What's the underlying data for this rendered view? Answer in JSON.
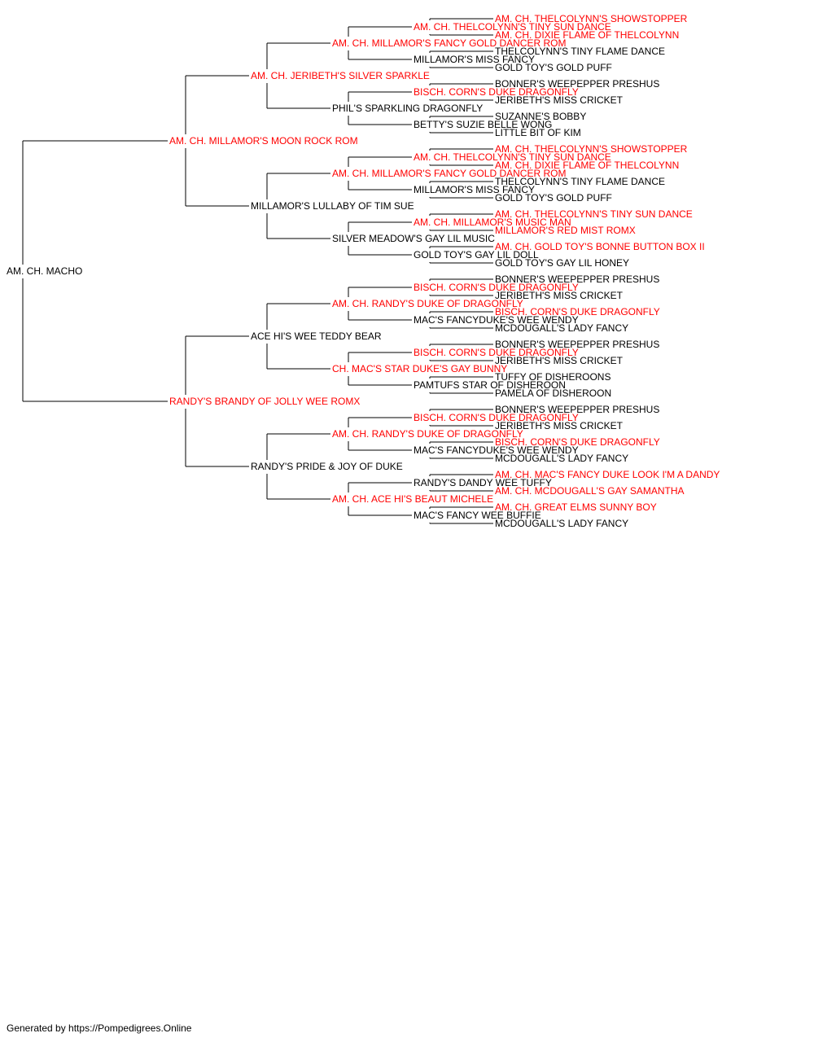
{
  "colors": {
    "champion": "#ff0000",
    "regular": "#000000",
    "line": "#000000"
  },
  "pedigree": {
    "name": "AM. CH. MACHO",
    "champion": false,
    "sire": {
      "name": "AM. CH. MILLAMOR'S MOON ROCK ROM",
      "champion": true,
      "sire": {
        "name": "AM. CH. JERIBETH'S SILVER SPARKLE",
        "champion": true,
        "sire": {
          "name": "AM. CH. MILLAMOR'S FANCY GOLD DANCER ROM",
          "champion": true,
          "sire": {
            "name": "AM. CH. THELCOLYNN'S TINY SUN DANCE",
            "champion": true,
            "sire": {
              "name": "AM. CH. THELCOLYNN'S SHOWSTOPPER",
              "champion": true
            },
            "dam": {
              "name": "AM. CH. DIXIE FLAME OF THELCOLYNN",
              "champion": true
            }
          },
          "dam": {
            "name": "MILLAMOR'S MISS FANCY",
            "champion": false,
            "sire": {
              "name": "THELCOLYNN'S TINY FLAME DANCE",
              "champion": false
            },
            "dam": {
              "name": "GOLD TOY'S GOLD PUFF",
              "champion": false
            }
          }
        },
        "dam": {
          "name": "PHIL'S SPARKLING DRAGONFLY",
          "champion": false,
          "sire": {
            "name": "BISCH. CORN'S DUKE DRAGONFLY",
            "champion": true,
            "sire": {
              "name": "BONNER'S WEEPEPPER PRESHUS",
              "champion": false
            },
            "dam": {
              "name": "JERIBETH'S MISS CRICKET",
              "champion": false
            }
          },
          "dam": {
            "name": "BETTY'S SUZIE BELLE WONG",
            "champion": false,
            "sire": {
              "name": "SUZANNE'S BOBBY",
              "champion": false
            },
            "dam": {
              "name": "LITTLE BIT OF KIM",
              "champion": false
            }
          }
        }
      },
      "dam": {
        "name": "MILLAMOR'S LULLABY OF TIM SUE",
        "champion": false,
        "sire": {
          "name": "AM. CH. MILLAMOR'S FANCY GOLD DANCER ROM",
          "champion": true,
          "sire": {
            "name": "AM. CH. THELCOLYNN'S TINY SUN DANCE",
            "champion": true,
            "sire": {
              "name": "AM. CH. THELCOLYNN'S SHOWSTOPPER",
              "champion": true
            },
            "dam": {
              "name": "AM. CH. DIXIE FLAME OF THELCOLYNN",
              "champion": true
            }
          },
          "dam": {
            "name": "MILLAMOR'S MISS FANCY",
            "champion": false,
            "sire": {
              "name": "THELCOLYNN'S TINY FLAME DANCE",
              "champion": false
            },
            "dam": {
              "name": "GOLD TOY'S GOLD PUFF",
              "champion": false
            }
          }
        },
        "dam": {
          "name": "SILVER MEADOW'S GAY LIL MUSIC",
          "champion": false,
          "sire": {
            "name": "AM. CH. MILLAMOR'S MUSIC MAN",
            "champion": true,
            "sire": {
              "name": "AM. CH. THELCOLYNN'S TINY SUN DANCE",
              "champion": true
            },
            "dam": {
              "name": "MILLAMOR'S RED MIST ROMX",
              "champion": true
            }
          },
          "dam": {
            "name": "GOLD TOY'S GAY LIL DOLL",
            "champion": false,
            "sire": {
              "name": "AM. CH. GOLD TOY'S BONNE BUTTON BOX II",
              "champion": true
            },
            "dam": {
              "name": "GOLD TOY'S GAY LIL HONEY",
              "champion": false
            }
          }
        }
      }
    },
    "dam": {
      "name": "RANDY'S BRANDY OF JOLLY WEE ROMX",
      "champion": true,
      "sire": {
        "name": "ACE HI'S WEE TEDDY BEAR",
        "champion": false,
        "sire": {
          "name": "AM. CH. RANDY'S DUKE OF DRAGONFLY",
          "champion": true,
          "sire": {
            "name": "BISCH. CORN'S DUKE DRAGONFLY",
            "champion": true,
            "sire": {
              "name": "BONNER'S WEEPEPPER PRESHUS",
              "champion": false
            },
            "dam": {
              "name": "JERIBETH'S MISS CRICKET",
              "champion": false
            }
          },
          "dam": {
            "name": "MAC'S FANCYDUKE'S WEE WENDY",
            "champion": false,
            "sire": {
              "name": "BISCH. CORN'S DUKE DRAGONFLY",
              "champion": true
            },
            "dam": {
              "name": "MCDOUGALL'S LADY FANCY",
              "champion": false
            }
          }
        },
        "dam": {
          "name": "CH. MAC'S STAR DUKE'S GAY BUNNY",
          "champion": true,
          "sire": {
            "name": "BISCH. CORN'S DUKE DRAGONFLY",
            "champion": true,
            "sire": {
              "name": "BONNER'S WEEPEPPER PRESHUS",
              "champion": false
            },
            "dam": {
              "name": "JERIBETH'S MISS CRICKET",
              "champion": false
            }
          },
          "dam": {
            "name": "PAMTUFS STAR OF DISHEROON",
            "champion": false,
            "sire": {
              "name": "TUFFY OF DISHEROONS",
              "champion": false
            },
            "dam": {
              "name": "PAMELA OF DISHEROON",
              "champion": false
            }
          }
        }
      },
      "dam": {
        "name": "RANDY'S PRIDE & JOY OF DUKE",
        "champion": false,
        "sire": {
          "name": "AM. CH. RANDY'S DUKE OF DRAGONFLY",
          "champion": true,
          "sire": {
            "name": "BISCH. CORN'S DUKE DRAGONFLY",
            "champion": true,
            "sire": {
              "name": "BONNER'S WEEPEPPER PRESHUS",
              "champion": false
            },
            "dam": {
              "name": "JERIBETH'S MISS CRICKET",
              "champion": false
            }
          },
          "dam": {
            "name": "MAC'S FANCYDUKE'S WEE WENDY",
            "champion": false,
            "sire": {
              "name": "BISCH. CORN'S DUKE DRAGONFLY",
              "champion": true
            },
            "dam": {
              "name": "MCDOUGALL'S LADY FANCY",
              "champion": false
            }
          }
        },
        "dam": {
          "name": "AM. CH. ACE HI'S BEAUT MICHELE",
          "champion": true,
          "sire": {
            "name": "RANDY'S DANDY WEE TUFFY",
            "champion": false,
            "sire": {
              "name": "AM. CH. MAC'S FANCY DUKE LOOK I'M A DANDY",
              "champion": true
            },
            "dam": {
              "name": "AM. CH. MCDOUGALL'S GAY SAMANTHA",
              "champion": true
            }
          },
          "dam": {
            "name": "MAC'S FANCY WEE BUFFIE",
            "champion": false,
            "sire": {
              "name": "AM. CH. GREAT ELMS SUNNY BOY",
              "champion": true
            },
            "dam": {
              "name": "MCDOUGALL'S LADY FANCY",
              "champion": false
            }
          }
        }
      }
    }
  },
  "footer": {
    "text": "Generated by https://Pompedigrees.Online"
  }
}
